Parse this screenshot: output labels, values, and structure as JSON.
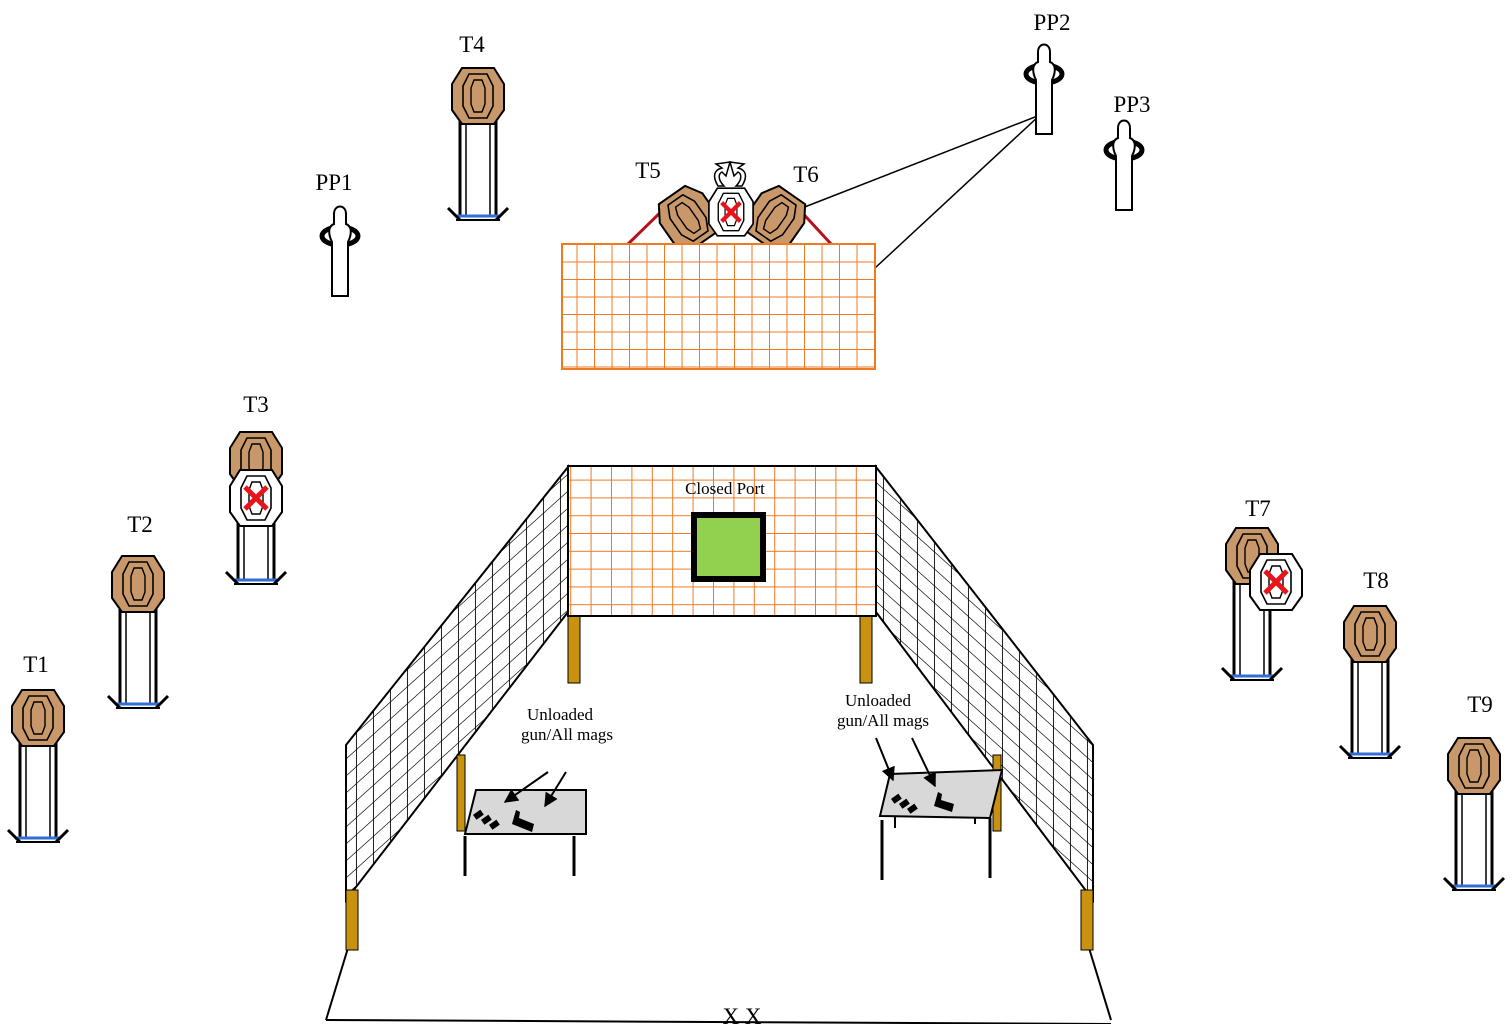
{
  "stage_labels": {
    "closed_port": "Closed Port",
    "left_table": [
      "Unloaded",
      "gun/All mags"
    ],
    "right_table": [
      "Unloaded",
      "gun/All mags"
    ],
    "start_marks": "X X"
  },
  "targets": [
    {
      "id": "t1",
      "label": "T1",
      "kind": "paper"
    },
    {
      "id": "t2",
      "label": "T2",
      "kind": "paper"
    },
    {
      "id": "t3",
      "label": "T3",
      "kind": "paper-with-no-shoot"
    },
    {
      "id": "t4",
      "label": "T4",
      "kind": "paper"
    },
    {
      "id": "t5",
      "label": "T5",
      "kind": "paper"
    },
    {
      "id": "t6",
      "label": "T6",
      "kind": "paper"
    },
    {
      "id": "t7",
      "label": "T7",
      "kind": "paper-with-no-shoot"
    },
    {
      "id": "t8",
      "label": "T8",
      "kind": "paper"
    },
    {
      "id": "t9",
      "label": "T9",
      "kind": "paper"
    }
  ],
  "poppers": [
    {
      "id": "pp1",
      "label": "PP1"
    },
    {
      "id": "pp2",
      "label": "PP2"
    },
    {
      "id": "pp3",
      "label": "PP3"
    }
  ],
  "colors": {
    "target_fill": "#c8986a",
    "no_shoot_fill": "#ffffff",
    "no_shoot_x": "#e8141c",
    "orange_grid": "#f07a22",
    "port_fill": "#92d050",
    "wall_leg": "#c8920e",
    "stand_base": "#2f6fd6",
    "table_top": "#d8d8d8"
  }
}
